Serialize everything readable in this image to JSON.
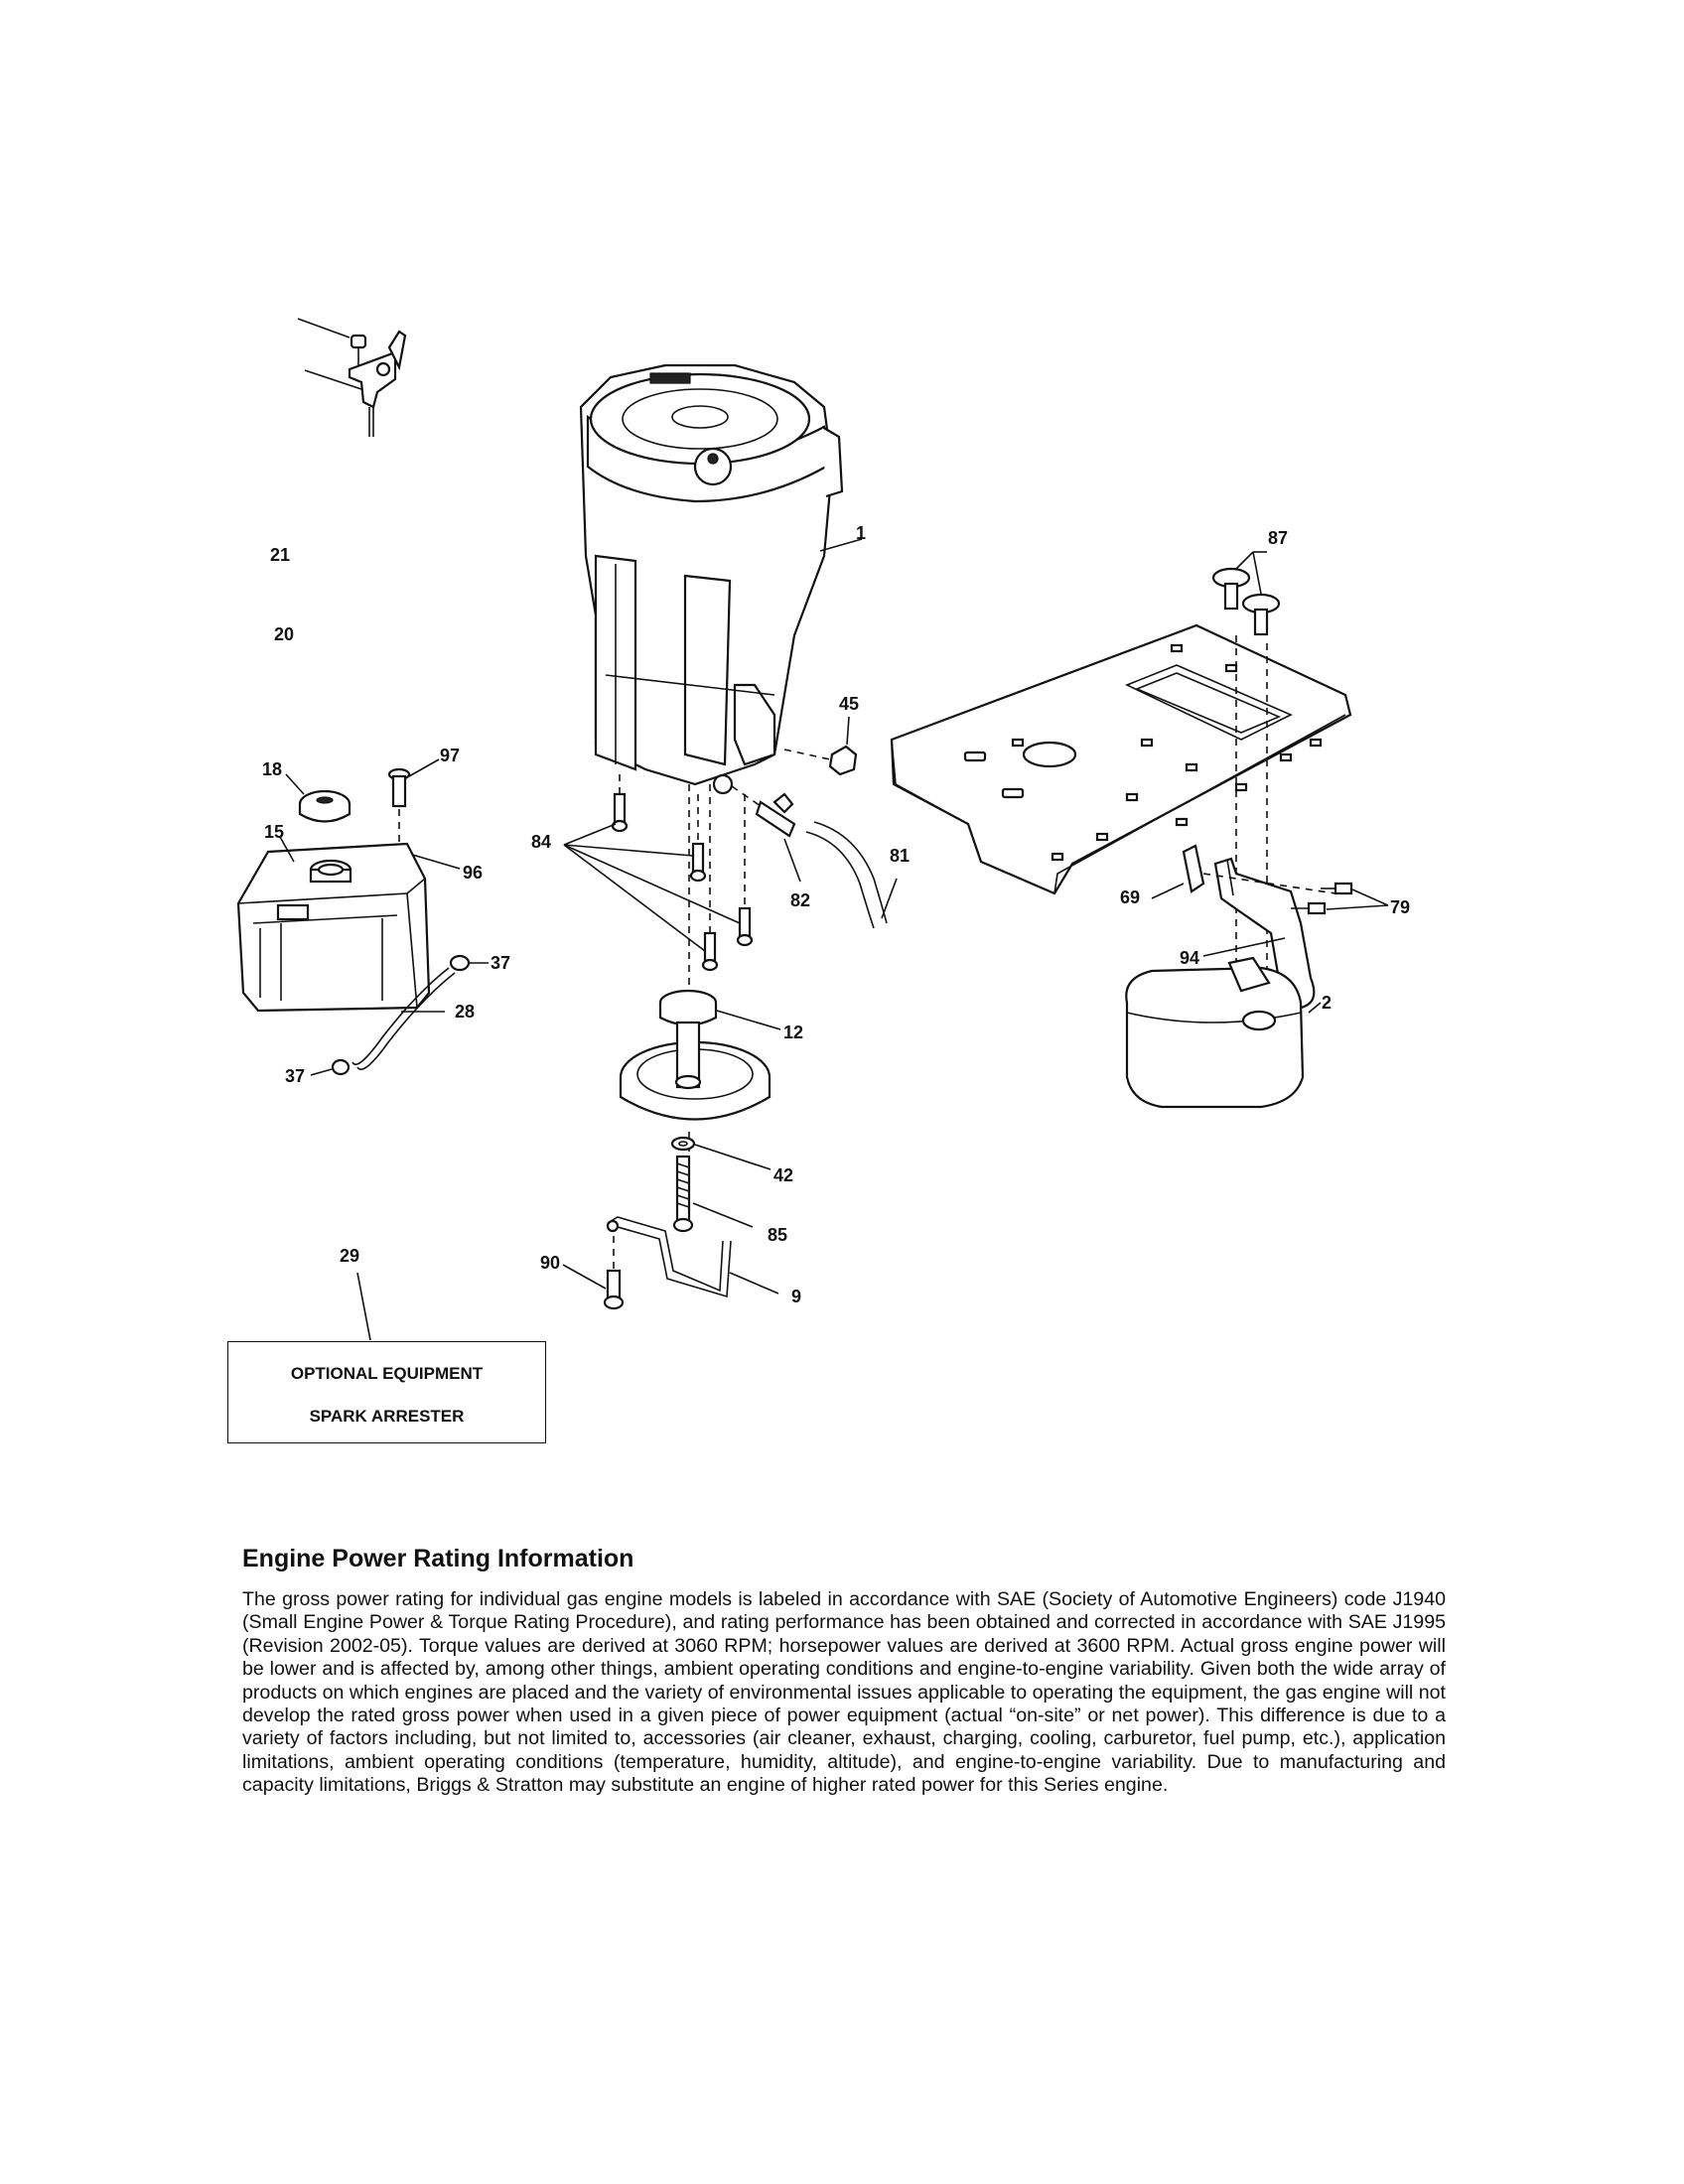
{
  "diagram": {
    "callouts": {
      "c1": "1",
      "c2": "2",
      "c9": "9",
      "c12": "12",
      "c15": "15",
      "c18": "18",
      "c20": "20",
      "c21": "21",
      "c28": "28",
      "c29": "29",
      "c37a": "37",
      "c37b": "37",
      "c42": "42",
      "c45": "45",
      "c69": "69",
      "c79": "79",
      "c81": "81",
      "c82": "82",
      "c84": "84",
      "c85": "85",
      "c87": "87",
      "c90": "90",
      "c94": "94",
      "c96": "96",
      "c97": "97"
    }
  },
  "optional_box": {
    "title": "OPTIONAL EQUIPMENT",
    "item": "SPARK ARRESTER"
  },
  "info": {
    "heading": "Engine Power Rating Information",
    "body": "The gross power rating for individual gas engine models is labeled in accordance with SAE (Society of Automotive Engineers) code J1940 (Small Engine Power & Torque Rating Procedure), and rating performance has been obtained and corrected in accordance with SAE J1995 (Revision 2002-05). Torque values are derived at 3060 RPM; horsepower values are derived at 3600 RPM. Actual gross engine power will be lower and is affected by, among other things, ambient operating conditions and engine-to-engine variability. Given both the wide array of products on which engines are placed and the variety of environmental issues applicable to operating the equipment, the gas engine will not develop the rated gross power when used in a given piece of power equipment (actual “on-site” or net power). This difference is due to a variety of factors including, but not limited to, accessories (air cleaner, exhaust, charging, cooling, carburetor, fuel pump, etc.), application limitations, ambient operating conditions (temperature, humidity, altitude), and engine-to-engine variability. Due to manufacturing and capacity limitations, Briggs & Stratton may substitute an engine of higher rated power for this Series engine."
  }
}
